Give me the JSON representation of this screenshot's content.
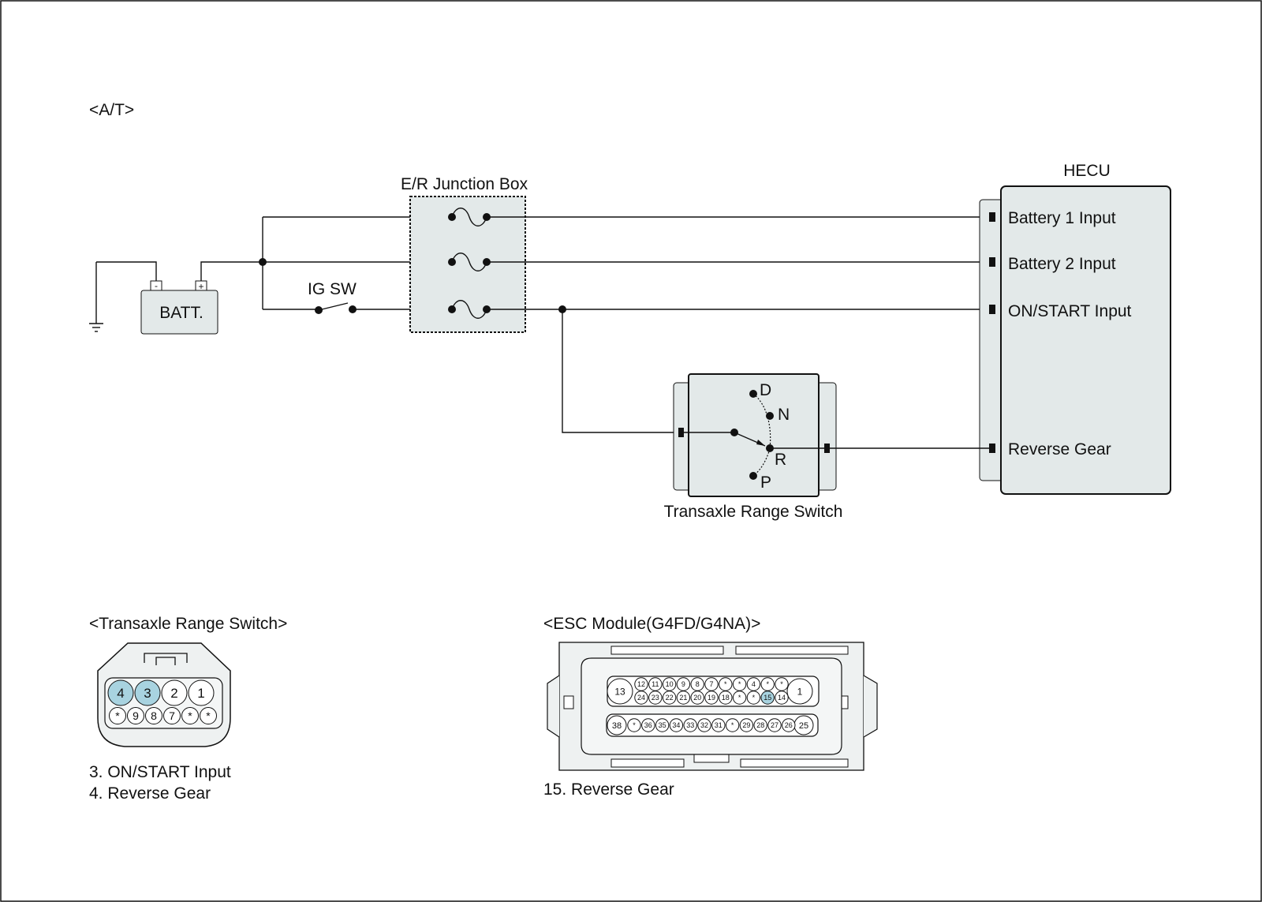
{
  "section_title": "<A/T>",
  "battery": {
    "label": "BATT.",
    "neg": "-",
    "pos": "+"
  },
  "junction_box": {
    "label": "E/R Junction Box"
  },
  "ig_switch": {
    "label": "IG SW"
  },
  "hecu": {
    "title": "HECU",
    "inputs": [
      "Battery 1 Input",
      "Battery 2 Input",
      "ON/START Input",
      "Reverse Gear"
    ]
  },
  "range_switch": {
    "label": "Transaxle Range Switch",
    "positions": [
      "D",
      "N",
      "R",
      "P"
    ]
  },
  "connector_trs": {
    "title": "<Transaxle Range Switch>",
    "row1": [
      "4",
      "3",
      "2",
      "1"
    ],
    "row2": [
      "*",
      "9",
      "8",
      "7",
      "*",
      "*"
    ],
    "highlighted": [
      "4",
      "3"
    ],
    "notes": [
      "3. ON/START Input",
      "4. Reverse Gear"
    ]
  },
  "connector_esc": {
    "title": "<ESC Module(G4FD/G4NA)>",
    "big_left_top": "13",
    "big_right_top": "1",
    "big_left_bottom": "38",
    "big_right_bottom": "25",
    "row1": [
      "12",
      "11",
      "10",
      "9",
      "8",
      "7",
      "*",
      "*",
      "4",
      "*",
      "*"
    ],
    "row2": [
      "24",
      "23",
      "22",
      "21",
      "20",
      "19",
      "18",
      "*",
      "*",
      "15",
      "14"
    ],
    "row3": [
      "*",
      "36",
      "35",
      "34",
      "33",
      "32",
      "31",
      "*",
      "29",
      "28",
      "27",
      "26"
    ],
    "highlighted": [
      "15"
    ],
    "notes": [
      "15. Reverse Gear"
    ]
  },
  "colors": {
    "highlight": "#a8d3e0",
    "fill": "#e3e9e9",
    "line": "#111111"
  }
}
